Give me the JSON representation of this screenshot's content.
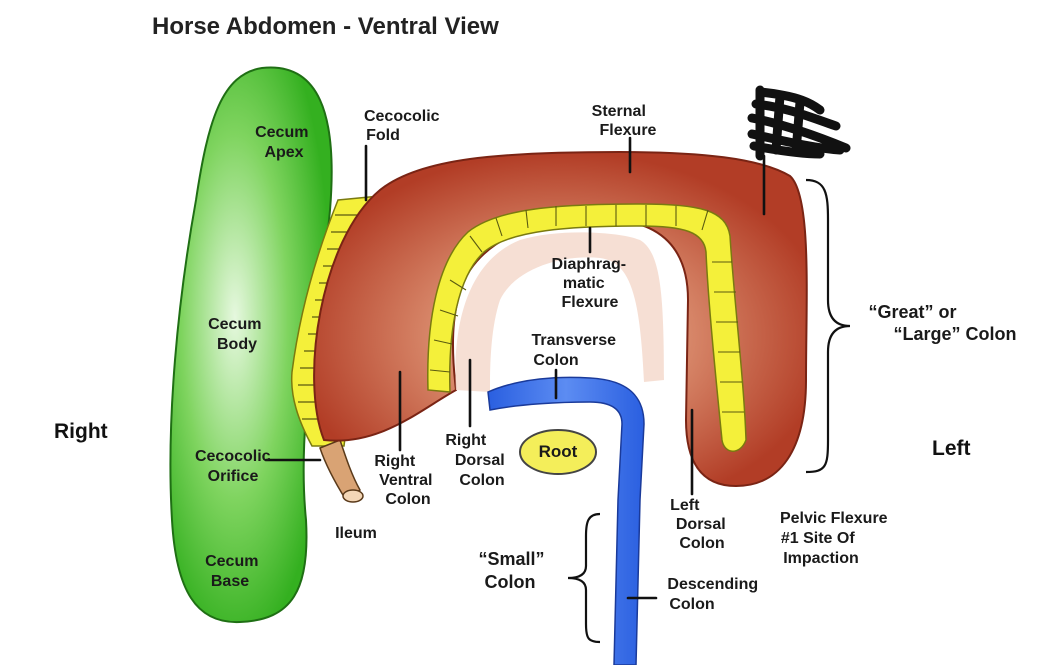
{
  "title": "Horse Abdomen - Ventral View",
  "orientation": {
    "right": "Right",
    "left": "Left"
  },
  "labels": {
    "cecum_apex": [
      "Cecum",
      "Apex"
    ],
    "cecocolic_fold": [
      "Cecocolic",
      "Fold"
    ],
    "sternal_flexure": [
      "Sternal",
      "Flexure"
    ],
    "cecum_body": [
      "Cecum",
      "Body"
    ],
    "diaphragmatic_flexure": [
      "Diaphrag-",
      "matic",
      "Flexure"
    ],
    "transverse_colon": [
      "Transverse",
      "Colon"
    ],
    "great_colon": [
      "“Great” or",
      "“Large” Colon"
    ],
    "cecocolic_orifice": [
      "Cecocolic",
      "Orifice"
    ],
    "right_ventral_colon": [
      "Right",
      "Ventral",
      "Colon"
    ],
    "right_dorsal_colon": [
      "Right",
      "Dorsal",
      "Colon"
    ],
    "root": "Root",
    "ileum": "Ileum",
    "left_dorsal_colon": [
      "Left",
      "Dorsal",
      "Colon"
    ],
    "pelvic_flexure": [
      "Pelvic Flexure",
      "#1 Site Of",
      "Impaction"
    ],
    "cecum_base": [
      "Cecum",
      "Base"
    ],
    "small_colon": [
      "“Small”",
      "Colon"
    ],
    "descending_colon": [
      "Descending",
      "Colon"
    ]
  },
  "colors": {
    "cecum": "#3fbf2a",
    "cecum_light": "#d8f5cf",
    "colon": "#b8442c",
    "colon_light": "#f2cfc0",
    "fold": "#f4f03a",
    "small_colon": "#3a6fe8",
    "root": "#f4ee5a",
    "ileum": "#d9a374"
  }
}
